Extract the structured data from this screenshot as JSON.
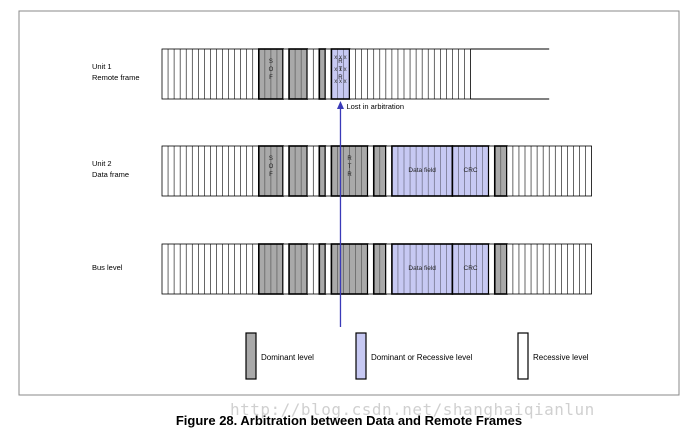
{
  "rows": [
    {
      "label_lines": [
        "Unit 1",
        "Remote frame"
      ],
      "segments": [
        "R*16",
        "D*4:S O F",
        "R",
        "D*3",
        "R*2",
        "D",
        "R",
        "X*3:R T R",
        "R*20",
        "E*13"
      ]
    },
    {
      "label_lines": [
        "Unit 2",
        "Data frame"
      ],
      "segments": [
        "R*16",
        "D*4:S O F",
        "R",
        "D*3",
        "R*2",
        "D",
        "R",
        "D*6:R T R",
        "R",
        "D*2",
        "R",
        "B*10:Data field",
        "B*6:CRC",
        "R",
        "D*2",
        "R*14"
      ]
    },
    {
      "label_lines": [
        "Bus level"
      ],
      "segments": [
        "R*16",
        "D*4",
        "R",
        "D*3",
        "R*2",
        "D",
        "R",
        "D*6",
        "R",
        "D*2",
        "R",
        "B*10:Data field",
        "B*6:CRC",
        "R",
        "D*2",
        "R*14"
      ]
    }
  ],
  "annotation": "Lost in arbitration",
  "legend": [
    {
      "type": "D",
      "label": "Dominant level"
    },
    {
      "type": "B",
      "label": "Dominant or Recessive level"
    },
    {
      "type": "R",
      "label": "Recessive level"
    }
  ],
  "colors": {
    "dominant": "#a9a9a9",
    "blue": "#c7c9f3",
    "recessive": "#ffffff",
    "arrow": "#3a3ab8"
  },
  "caption": "Figure 28. Arbitration between Data and Remote Frames",
  "watermark": "http://blog.csdn.net/shanghaiqianlun"
}
